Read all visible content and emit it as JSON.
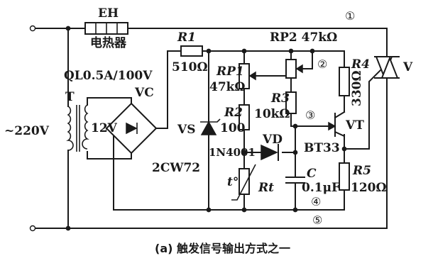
{
  "labels": {
    "heater_ref": "EH",
    "heater_name": "电热器",
    "r1_ref": "R1",
    "r1_value": "510Ω",
    "transformer_rating": "QL0.5A/100V",
    "transformer_ref": "T",
    "bridge_ref": "VC",
    "secondary_voltage": "12V",
    "zener_ref": "VS",
    "zener_part": "2CW72",
    "rp1_ref": "RP1",
    "rp1_value": "47kΩ",
    "r2_ref": "R2",
    "r2_value": "100",
    "rp2_label": "RP2 47kΩ",
    "r3_ref": "R3",
    "r3_value": "10kΩ",
    "r4_ref": "R4",
    "r4_value": "330Ω",
    "diode_ref": "VD",
    "diode_part": "1N4001",
    "transistor_ref": "VT",
    "transistor_part": "BT33",
    "thermistor_symbol": "t°",
    "thermistor_ref": "Rt",
    "capacitor_ref": "C",
    "capacitor_value": "0.1μF",
    "r5_ref": "R5",
    "r5_value": "120Ω",
    "triac_ref": "V",
    "mains": "~220V",
    "node_1": "①",
    "node_2": "②",
    "node_3": "③",
    "node_4": "④",
    "node_5": "⑤"
  },
  "caption": "(a) 触发信号输出方式之一"
}
